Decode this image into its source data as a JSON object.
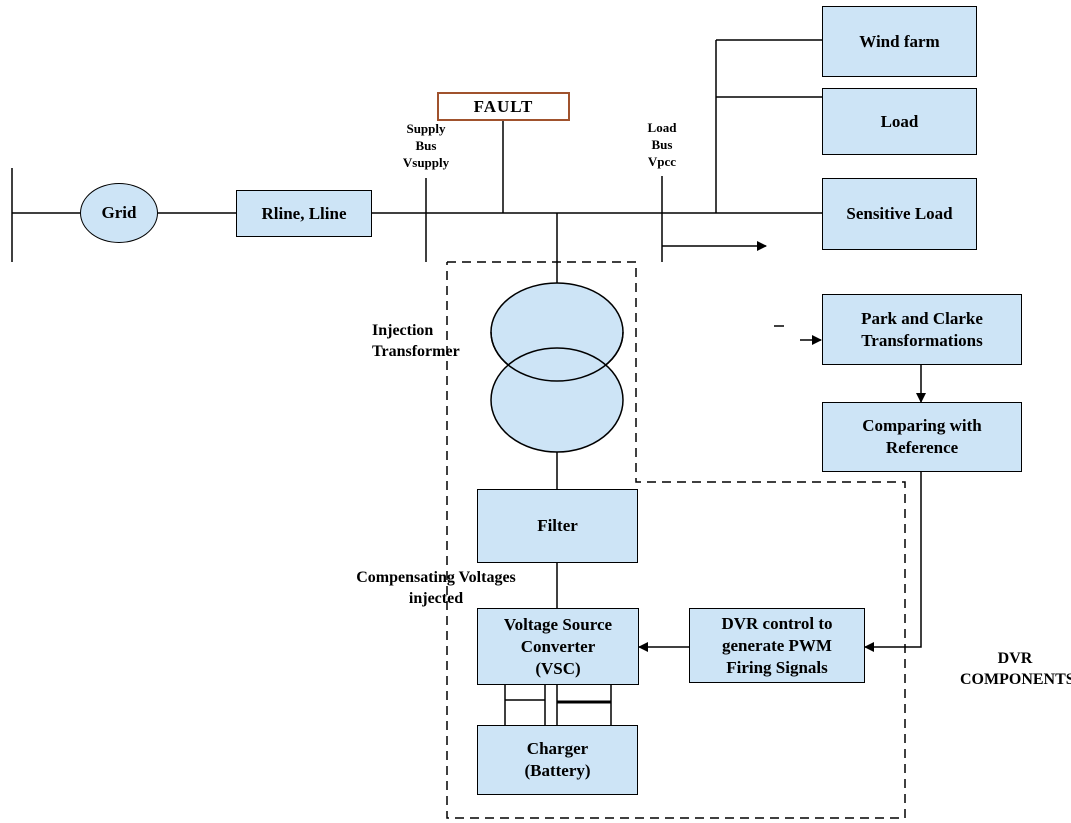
{
  "nodes": {
    "grid": "Grid",
    "rline": "Rline, Lline",
    "fault": "FAULT",
    "wind_farm": "Wind farm",
    "load": "Load",
    "sensitive_load": "Sensitive Load",
    "park_clarke": "Park and Clarke\nTransformations",
    "comparing": "Comparing with\nReference",
    "filter": "Filter",
    "vsc": "Voltage Source\nConverter\n(VSC)",
    "dvr_control": "DVR control to\ngenerate PWM\nFiring Signals",
    "charger": "Charger\n(Battery)"
  },
  "labels": {
    "supply_bus": "Supply\nBus\nVsupply",
    "load_bus": "Load\nBus\nVpcc",
    "injection_transformer": "Injection\nTransformer",
    "compensating": "Compensating Voltages\ninjected",
    "dvr_components": "DVR\nCOMPONENTS",
    "dash": "–"
  }
}
